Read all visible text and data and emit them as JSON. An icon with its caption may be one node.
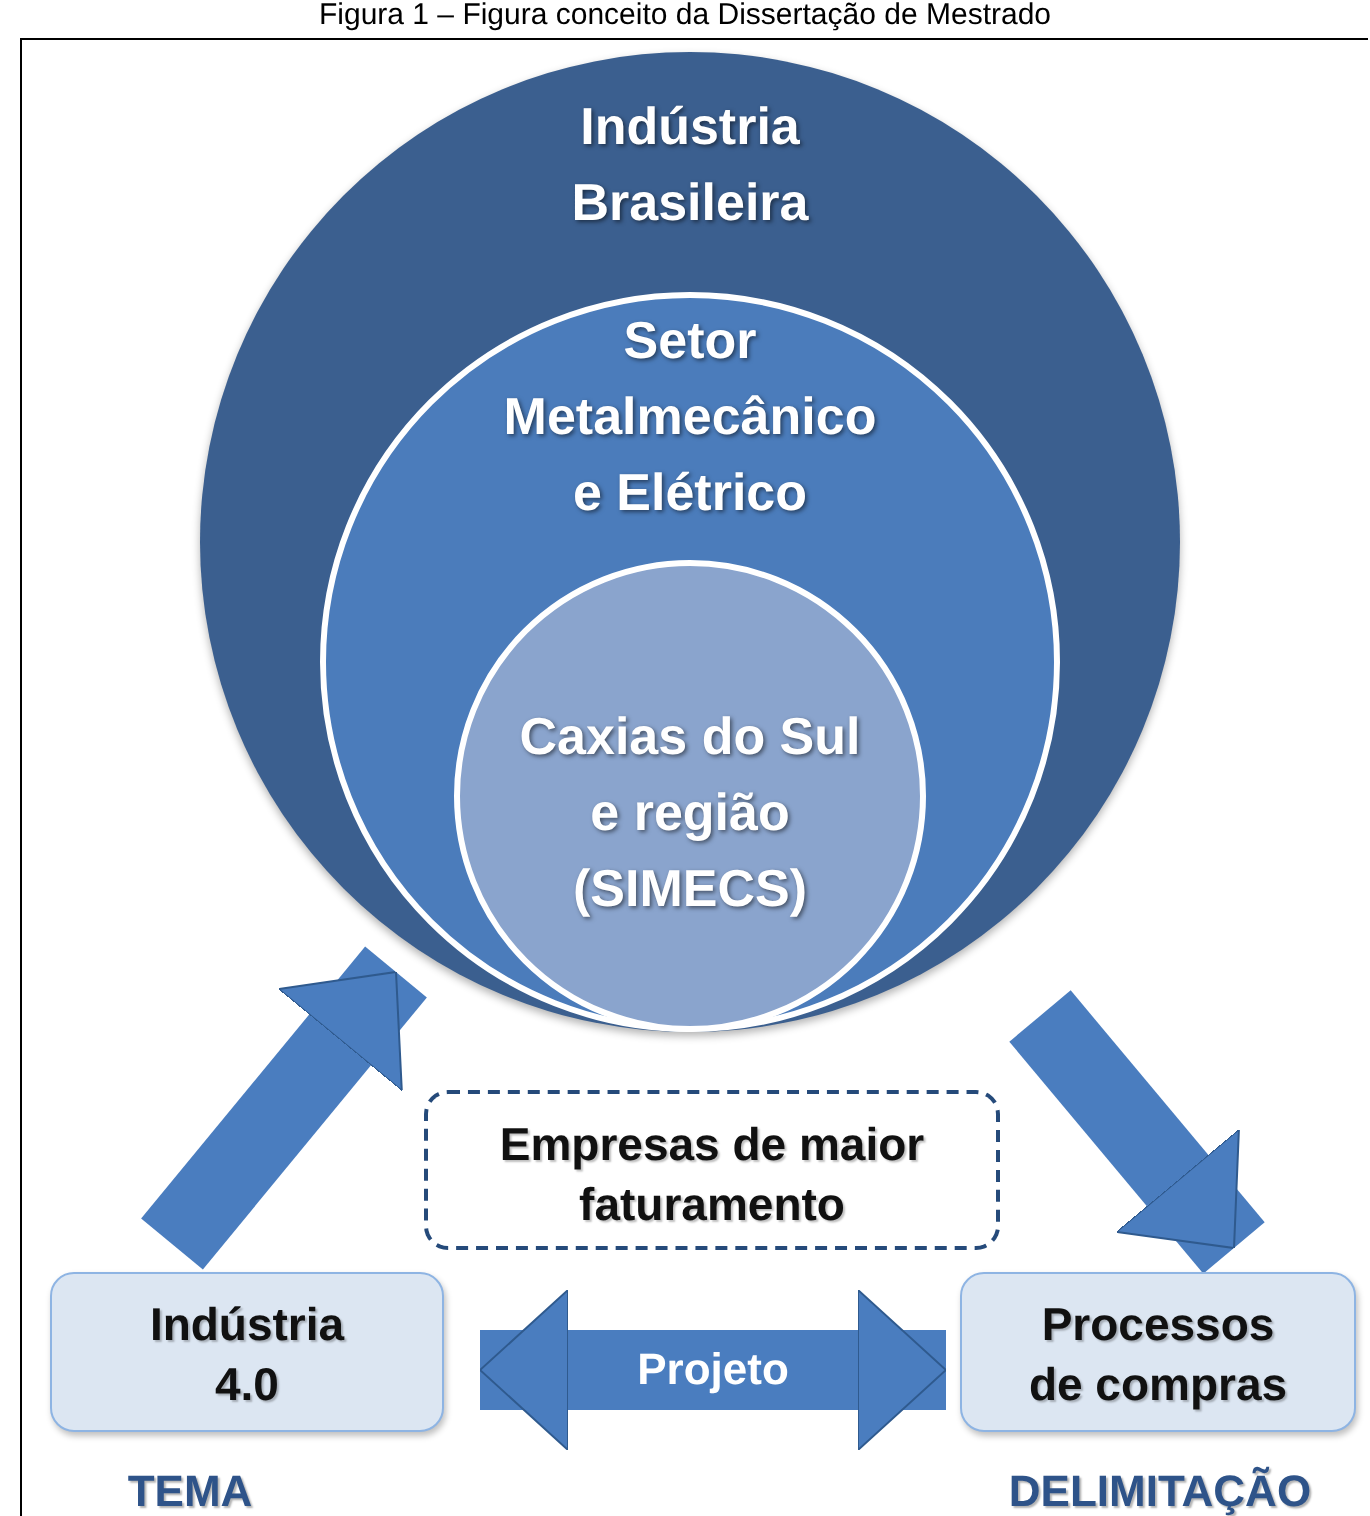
{
  "diagram": {
    "title": "Figura 1 – Figura conceito da Dissertação de Mestrado",
    "nodes": [
      {
        "text": [
          "Indústria Brasileira"
        ]
      },
      {
        "text": [
          "Setor Metalmecânico e Elétrico"
        ],
        "in": 0
      },
      {
        "text": [
          "Caxias do Sul e região (SIMECS)"
        ],
        "in": 1
      },
      {
        "text": [
          "Empresas de maior faturamento"
        ]
      },
      {
        "text": [
          "Indústria 4.0"
        ],
        "beside": [
          "TEMA"
        ]
      },
      {
        "text": [
          "Processos de compras"
        ],
        "beside": [
          "DELIMITAÇÃO"
        ]
      }
    ],
    "edges": [
      {
        "from": 4,
        "to": 0,
        "arrow": "to"
      },
      {
        "from": 0,
        "to": 5,
        "arrow": "to"
      },
      {
        "from": 4,
        "to": 5,
        "arrow": "both",
        "label": "Projeto"
      }
    ]
  }
}
